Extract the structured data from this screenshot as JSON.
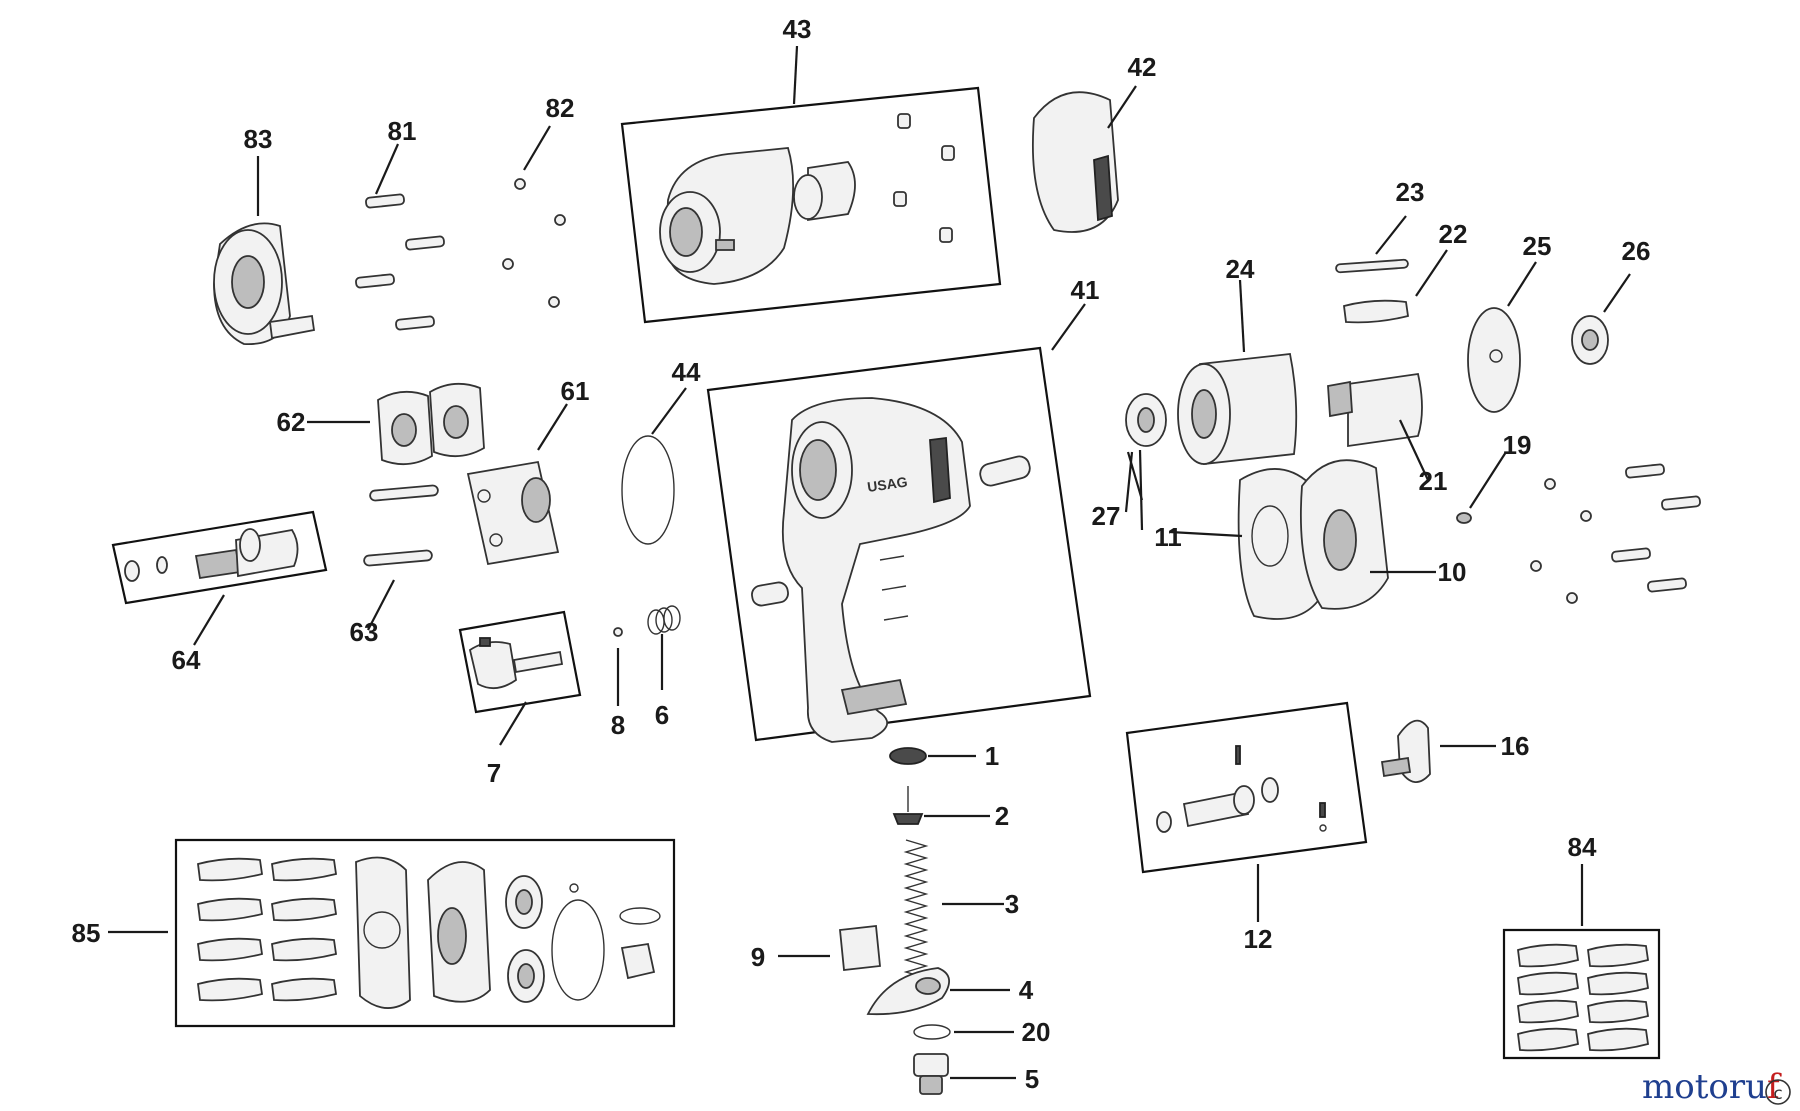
{
  "diagram": {
    "type": "exploded parts diagram",
    "part_labels": {
      "p1": "1",
      "p2": "2",
      "p3": "3",
      "p4": "4",
      "p5": "5",
      "p6": "6",
      "p7": "7",
      "p8": "8",
      "p9": "9",
      "p10": "10",
      "p11": "11",
      "p12": "12",
      "p16": "16",
      "p19": "19",
      "p20": "20",
      "p21": "21",
      "p22": "22",
      "p23": "23",
      "p24": "24",
      "p25": "25",
      "p26": "26",
      "p27": "27",
      "p41": "41",
      "p42": "42",
      "p43": "43",
      "p44": "44",
      "p61": "61",
      "p62": "62",
      "p63": "63",
      "p64": "64",
      "p81": "81",
      "p82": "82",
      "p83": "83",
      "p84": "84",
      "p85": "85"
    },
    "housing_brand": "USAG",
    "watermark": {
      "text_main": "motoru",
      "text_tail": "f",
      "suffix": "c"
    },
    "colors": {
      "line": "#1a1a1a",
      "watermark_blue": "#1f3f8f",
      "watermark_red": "#c41e1e",
      "watermark_gold": "#c99a1d"
    }
  }
}
